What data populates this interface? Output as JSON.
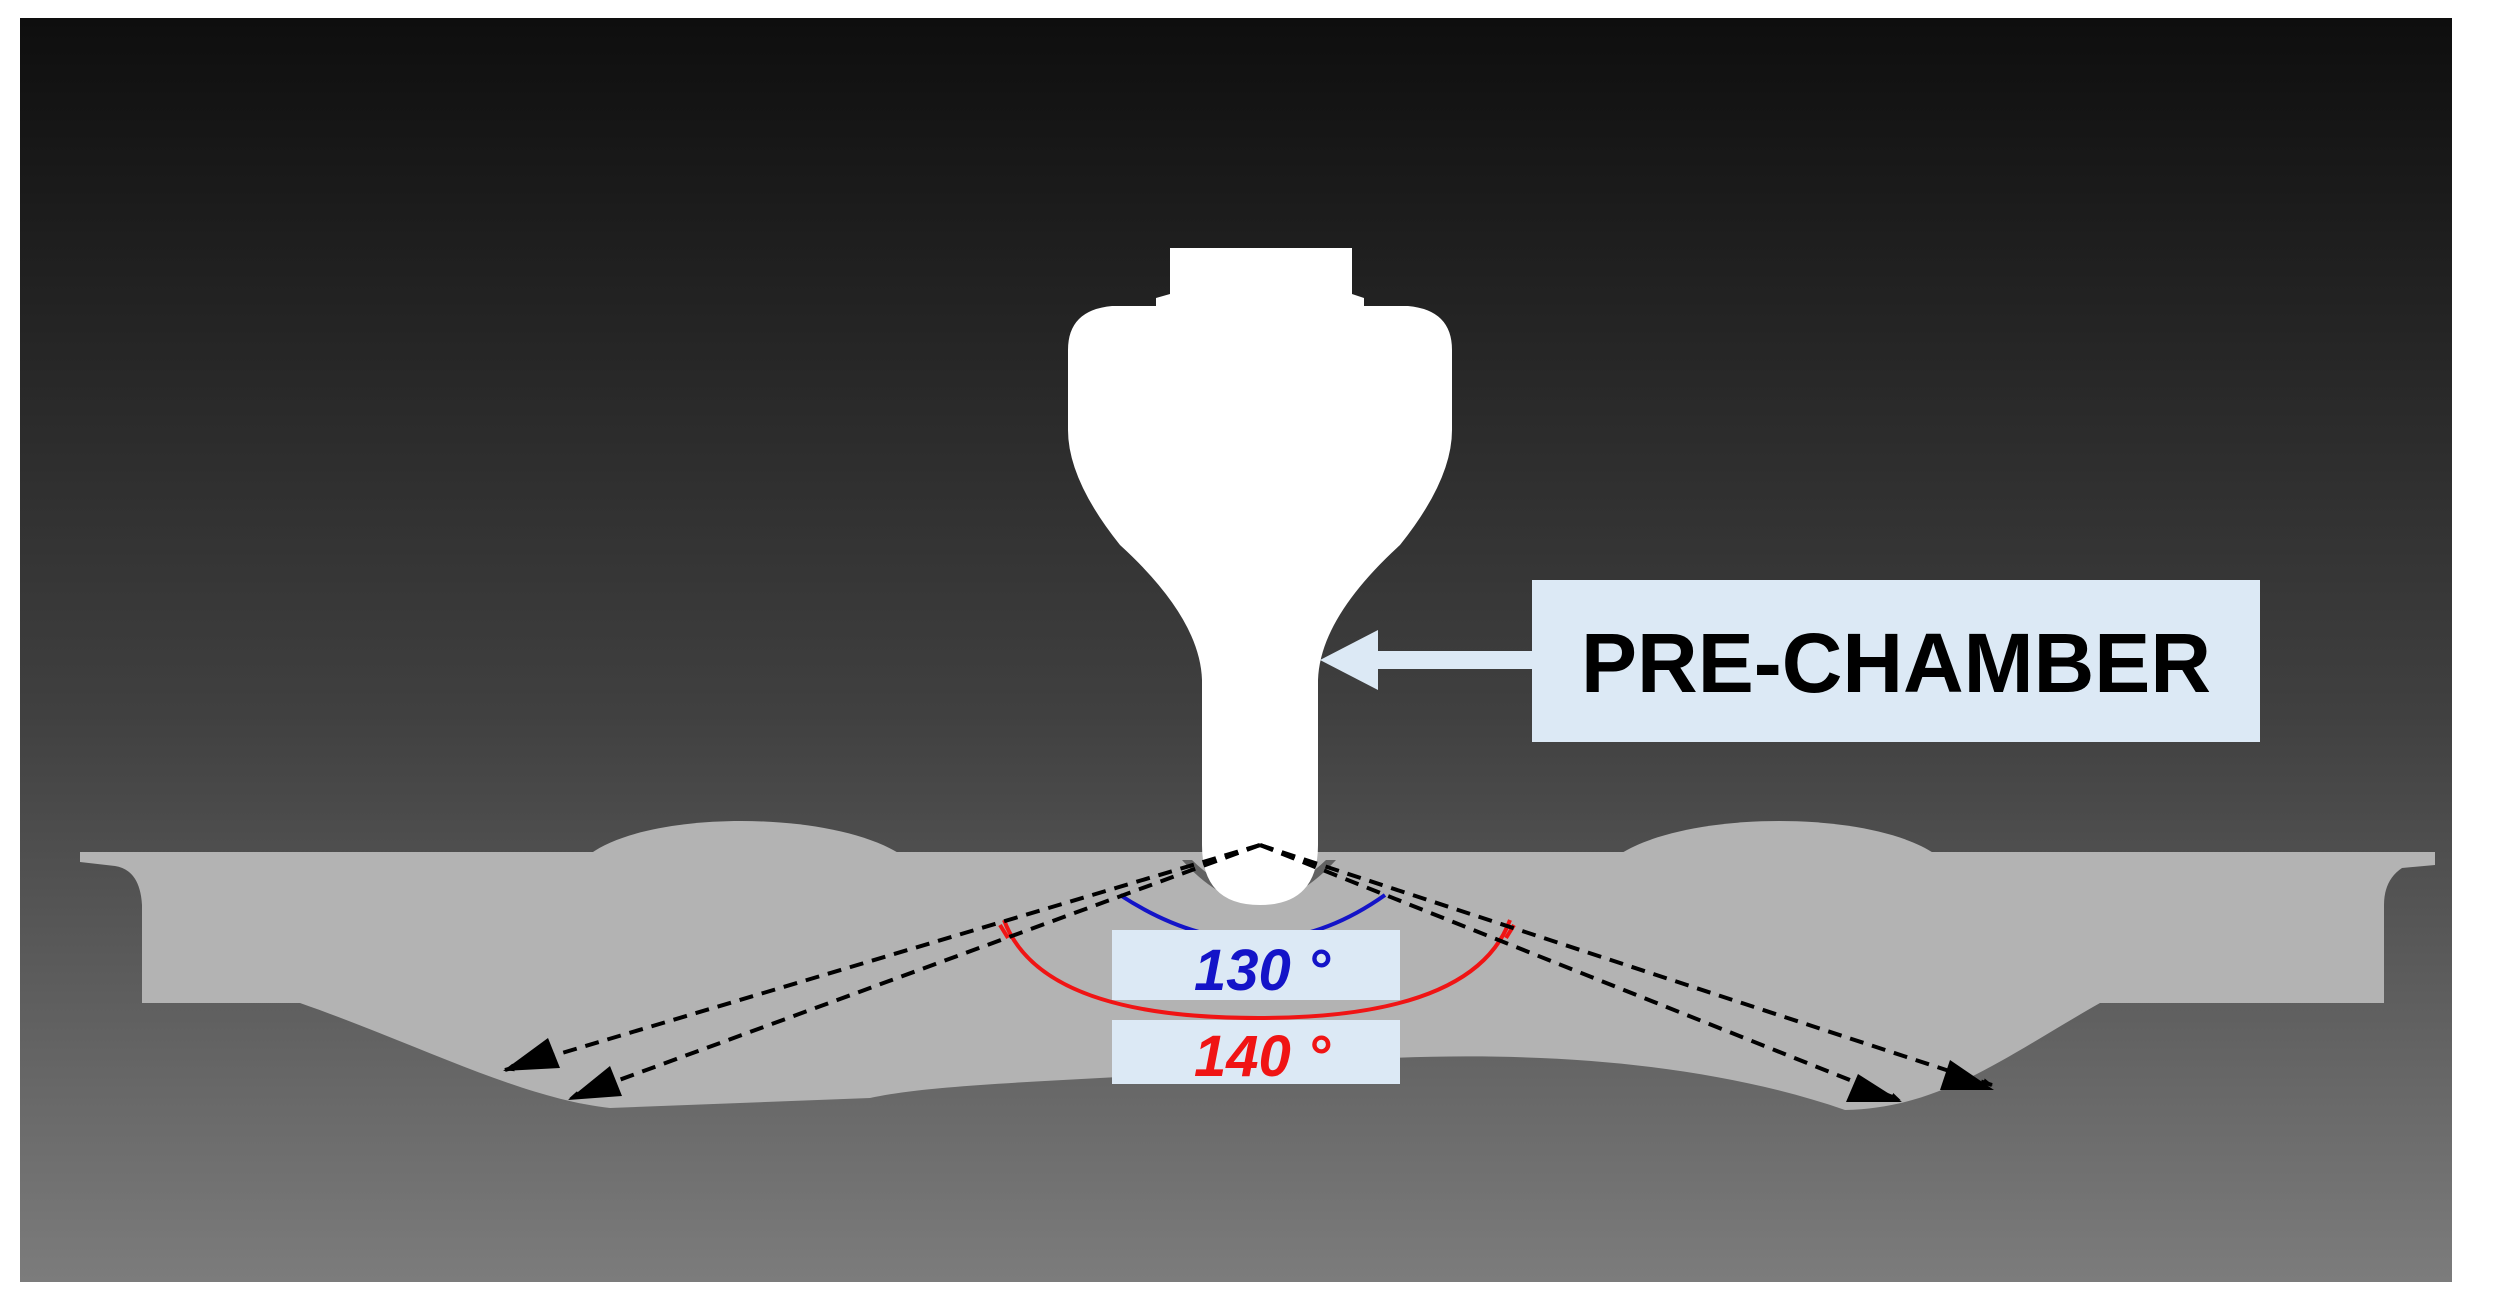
{
  "callout": {
    "label": "PRE-CHAMBER"
  },
  "angles": {
    "inner": {
      "label": "130 °",
      "value": 130,
      "color": "#1414c8"
    },
    "outer": {
      "label": "140 °",
      "value": 140,
      "color": "#f01414"
    }
  },
  "colors": {
    "background_top": "#0f0f0f",
    "background_bottom": "#7a7a7a",
    "piston": "#b3b3b3",
    "prechamber": "#ffffff",
    "label_box": "#dce9f5",
    "arrow": "#dce9f5",
    "jets": "#000000"
  }
}
